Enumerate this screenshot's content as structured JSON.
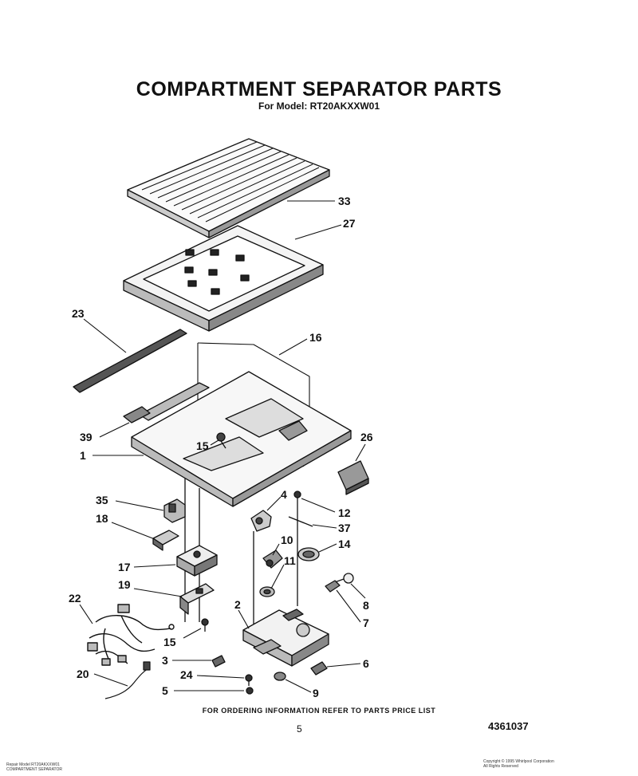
{
  "header": {
    "title": "COMPARTMENT SEPARATOR PARTS",
    "subtitle": "For Model: RT20AKXXW01"
  },
  "labels": {
    "l33": "33",
    "l27": "27",
    "l23": "23",
    "l16": "16",
    "l39": "39",
    "l15a": "15",
    "l1": "1",
    "l26": "26",
    "l35": "35",
    "l4": "4",
    "l12": "12",
    "l37": "37",
    "l18": "18",
    "l10": "10",
    "l14": "14",
    "l17": "17",
    "l11": "11",
    "l19": "19",
    "l8": "8",
    "l22": "22",
    "l2": "2",
    "l7": "7",
    "l15b": "15",
    "l3": "3",
    "l6": "6",
    "l24": "24",
    "l20": "20",
    "l5": "5",
    "l9": "9"
  },
  "footer": {
    "ordering": "FOR ORDERING INFORMATION REFER TO PARTS PRICE LIST",
    "page": "5",
    "part_number": "4361037",
    "fine_left_1": "Repair Model RT20AKXXW01",
    "fine_left_2": "COMPARTMENT SEPARATOR",
    "fine_right_1": "Copyright © 1995 Whirlpool Corporation",
    "fine_right_2": "All Rights Reserved"
  }
}
